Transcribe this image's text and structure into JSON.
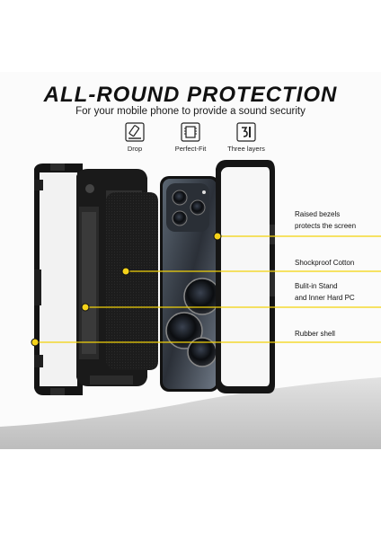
{
  "header": {
    "title": "ALL-ROUND PROTECTION",
    "subtitle": "For your mobile phone to provide a sound security"
  },
  "features": [
    {
      "label": "Drop",
      "icon": "drop-phone-icon"
    },
    {
      "label": "Perfect-Fit",
      "icon": "perfect-fit-chip-icon"
    },
    {
      "label": "Three layers",
      "icon": "three-layers-icon"
    }
  ],
  "callouts": [
    {
      "label": "Raised bezels\nprotects the screen"
    },
    {
      "label": "Shockproof Cotton"
    },
    {
      "label": "Bulit-in Stand\nand Inner Hard PC"
    },
    {
      "label": "Rubber shell"
    }
  ],
  "colors": {
    "callout_line": "#f2d20a",
    "dot": "#f4d21a",
    "case_black": "#141414",
    "floor_gray": "#c6c6c6"
  }
}
